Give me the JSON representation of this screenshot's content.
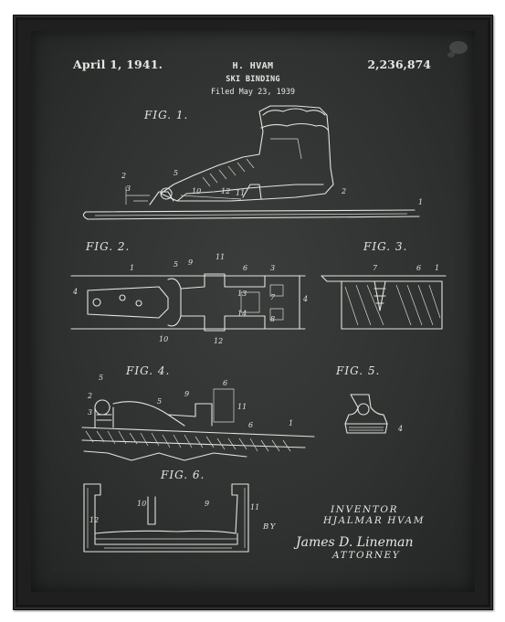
{
  "patent": {
    "date": "April 1, 1941.",
    "inventor_short": "H. HVAM",
    "title": "SKI BINDING",
    "filed": "Filed May 23, 1939",
    "number": "2,236,874"
  },
  "figures": {
    "fig1": "FIG. 1.",
    "fig2": "FIG. 2.",
    "fig3": "FIG. 3.",
    "fig4": "FIG. 4.",
    "fig5": "FIG. 5.",
    "fig6": "FIG. 6."
  },
  "signature": {
    "inventor_label": "INVENTOR",
    "inventor_name": "HJALMAR HVAM",
    "by": "BY",
    "attorney_signature": "James D. Lineman",
    "attorney_label": "ATTORNEY"
  },
  "colors": {
    "frame": "#1e1f1e",
    "chalkboard": "#303231",
    "ink": "#e3e3df"
  }
}
